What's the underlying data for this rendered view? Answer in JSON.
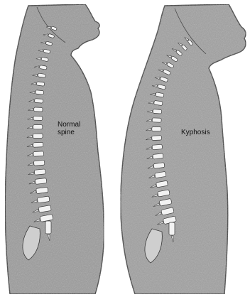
{
  "panels": [
    {
      "label_lines": [
        "Normal",
        "spine"
      ]
    },
    {
      "label_lines": [
        "Kyphosis"
      ]
    }
  ],
  "colors": {
    "background": "#ffffff",
    "body_fill": "#9a9a9a",
    "body_outline": "#2a2a2a",
    "vertebra_fill": "#f2f2f2",
    "vertebra_outline": "#3a3a3a",
    "label_text": "#111111"
  }
}
